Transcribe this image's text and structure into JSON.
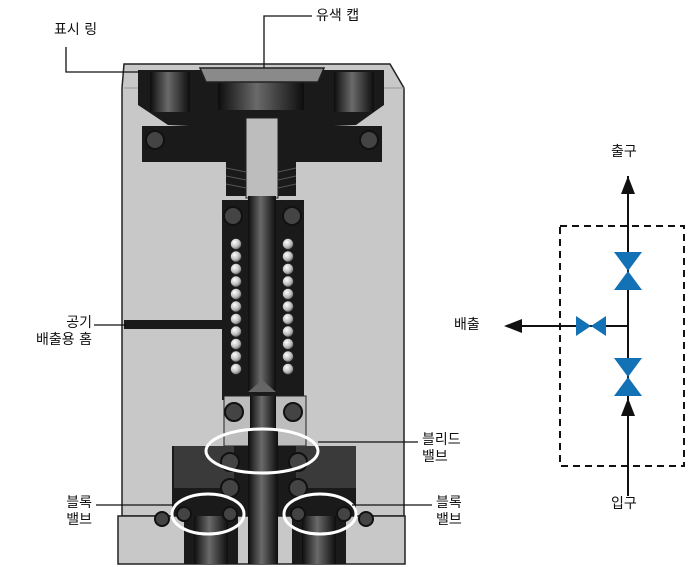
{
  "labels": {
    "indicator_ring": "표시 링",
    "color_cap": "유색 캡",
    "air_vent_line1": "공기",
    "air_vent_line2": "배출용 홈",
    "bleed_valve_line1": "블리드",
    "bleed_valve_line2": "밸브",
    "block_valve_left_line1": "블록",
    "block_valve_left_line2": "밸브",
    "block_valve_right_line1": "블록",
    "block_valve_right_line2": "밸브",
    "outlet": "출구",
    "vent": "배출",
    "inlet": "입구"
  },
  "colors": {
    "body": "#c8c8c8",
    "dark": "#1a1a1a",
    "valve": "#1272b5",
    "highlight": "#ffffff"
  }
}
